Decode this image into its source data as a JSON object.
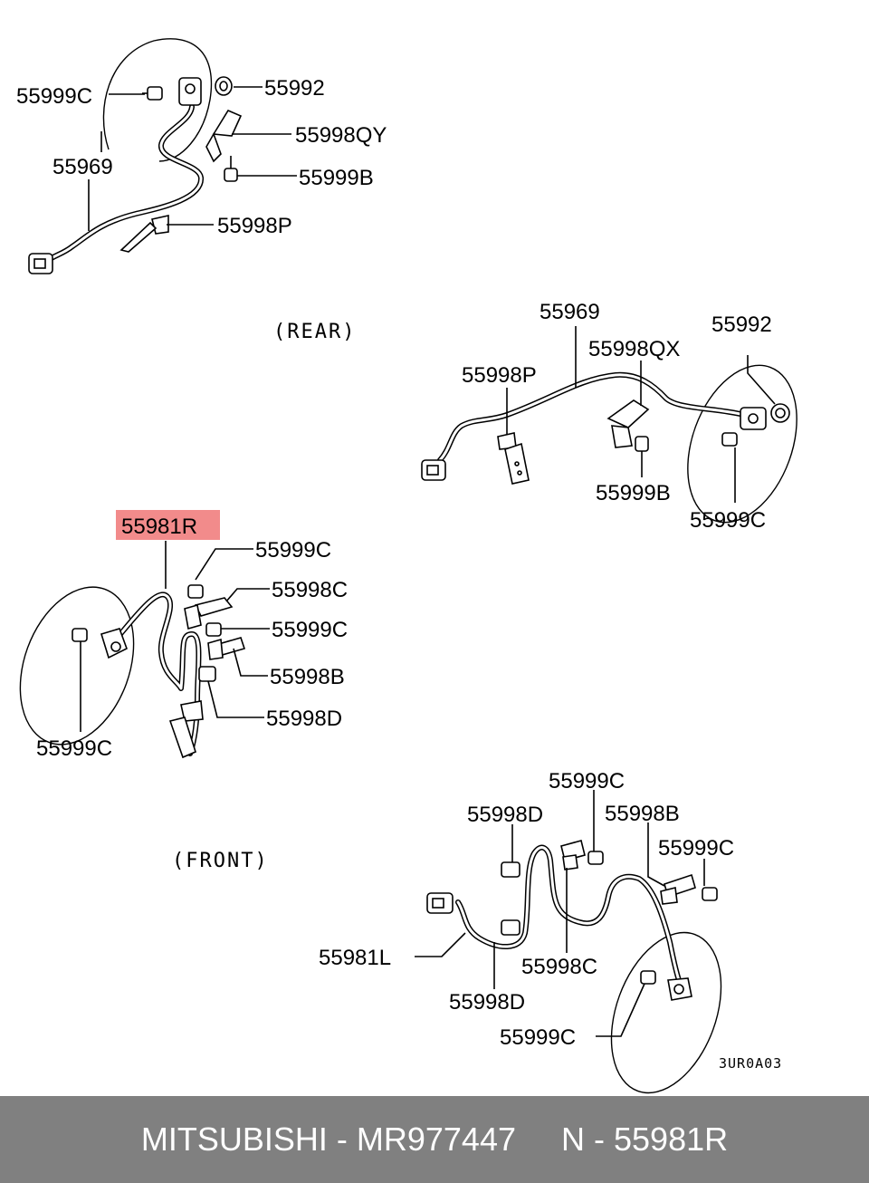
{
  "sections": {
    "rear": "(REAR)",
    "front": "(FRONT)"
  },
  "rear_left": {
    "c_55999C": "55999C",
    "c_55992": "55992",
    "c_55998QY": "55998QY",
    "c_55969": "55969",
    "c_55999B": "55999B",
    "c_55998P": "55998P"
  },
  "rear_right": {
    "c_55969": "55969",
    "c_55992": "55992",
    "c_55998QX": "55998QX",
    "c_55998P": "55998P",
    "c_55999B": "55999B",
    "c_55999C": "55999C"
  },
  "front_left": {
    "c_55981R": "55981R",
    "c_55999C_top": "55999C",
    "c_55998C": "55998C",
    "c_55999C_mid": "55999C",
    "c_55998B": "55998B",
    "c_55998D": "55998D",
    "c_55999C_bottom": "55999C",
    "highlight_color": "#f28b8b"
  },
  "front_right": {
    "c_55999C_top": "55999C",
    "c_55998D_top": "55998D",
    "c_55998B": "55998B",
    "c_55999C_right": "55999C",
    "c_55981L": "55981L",
    "c_55998C": "55998C",
    "c_55998D_bottom": "55998D",
    "c_55999C_bottom": "55999C"
  },
  "drawing_code": "3UR0A03",
  "footer": {
    "text": "MITSUBISHI - MR977447     N - 55981R",
    "background": "#808080"
  }
}
